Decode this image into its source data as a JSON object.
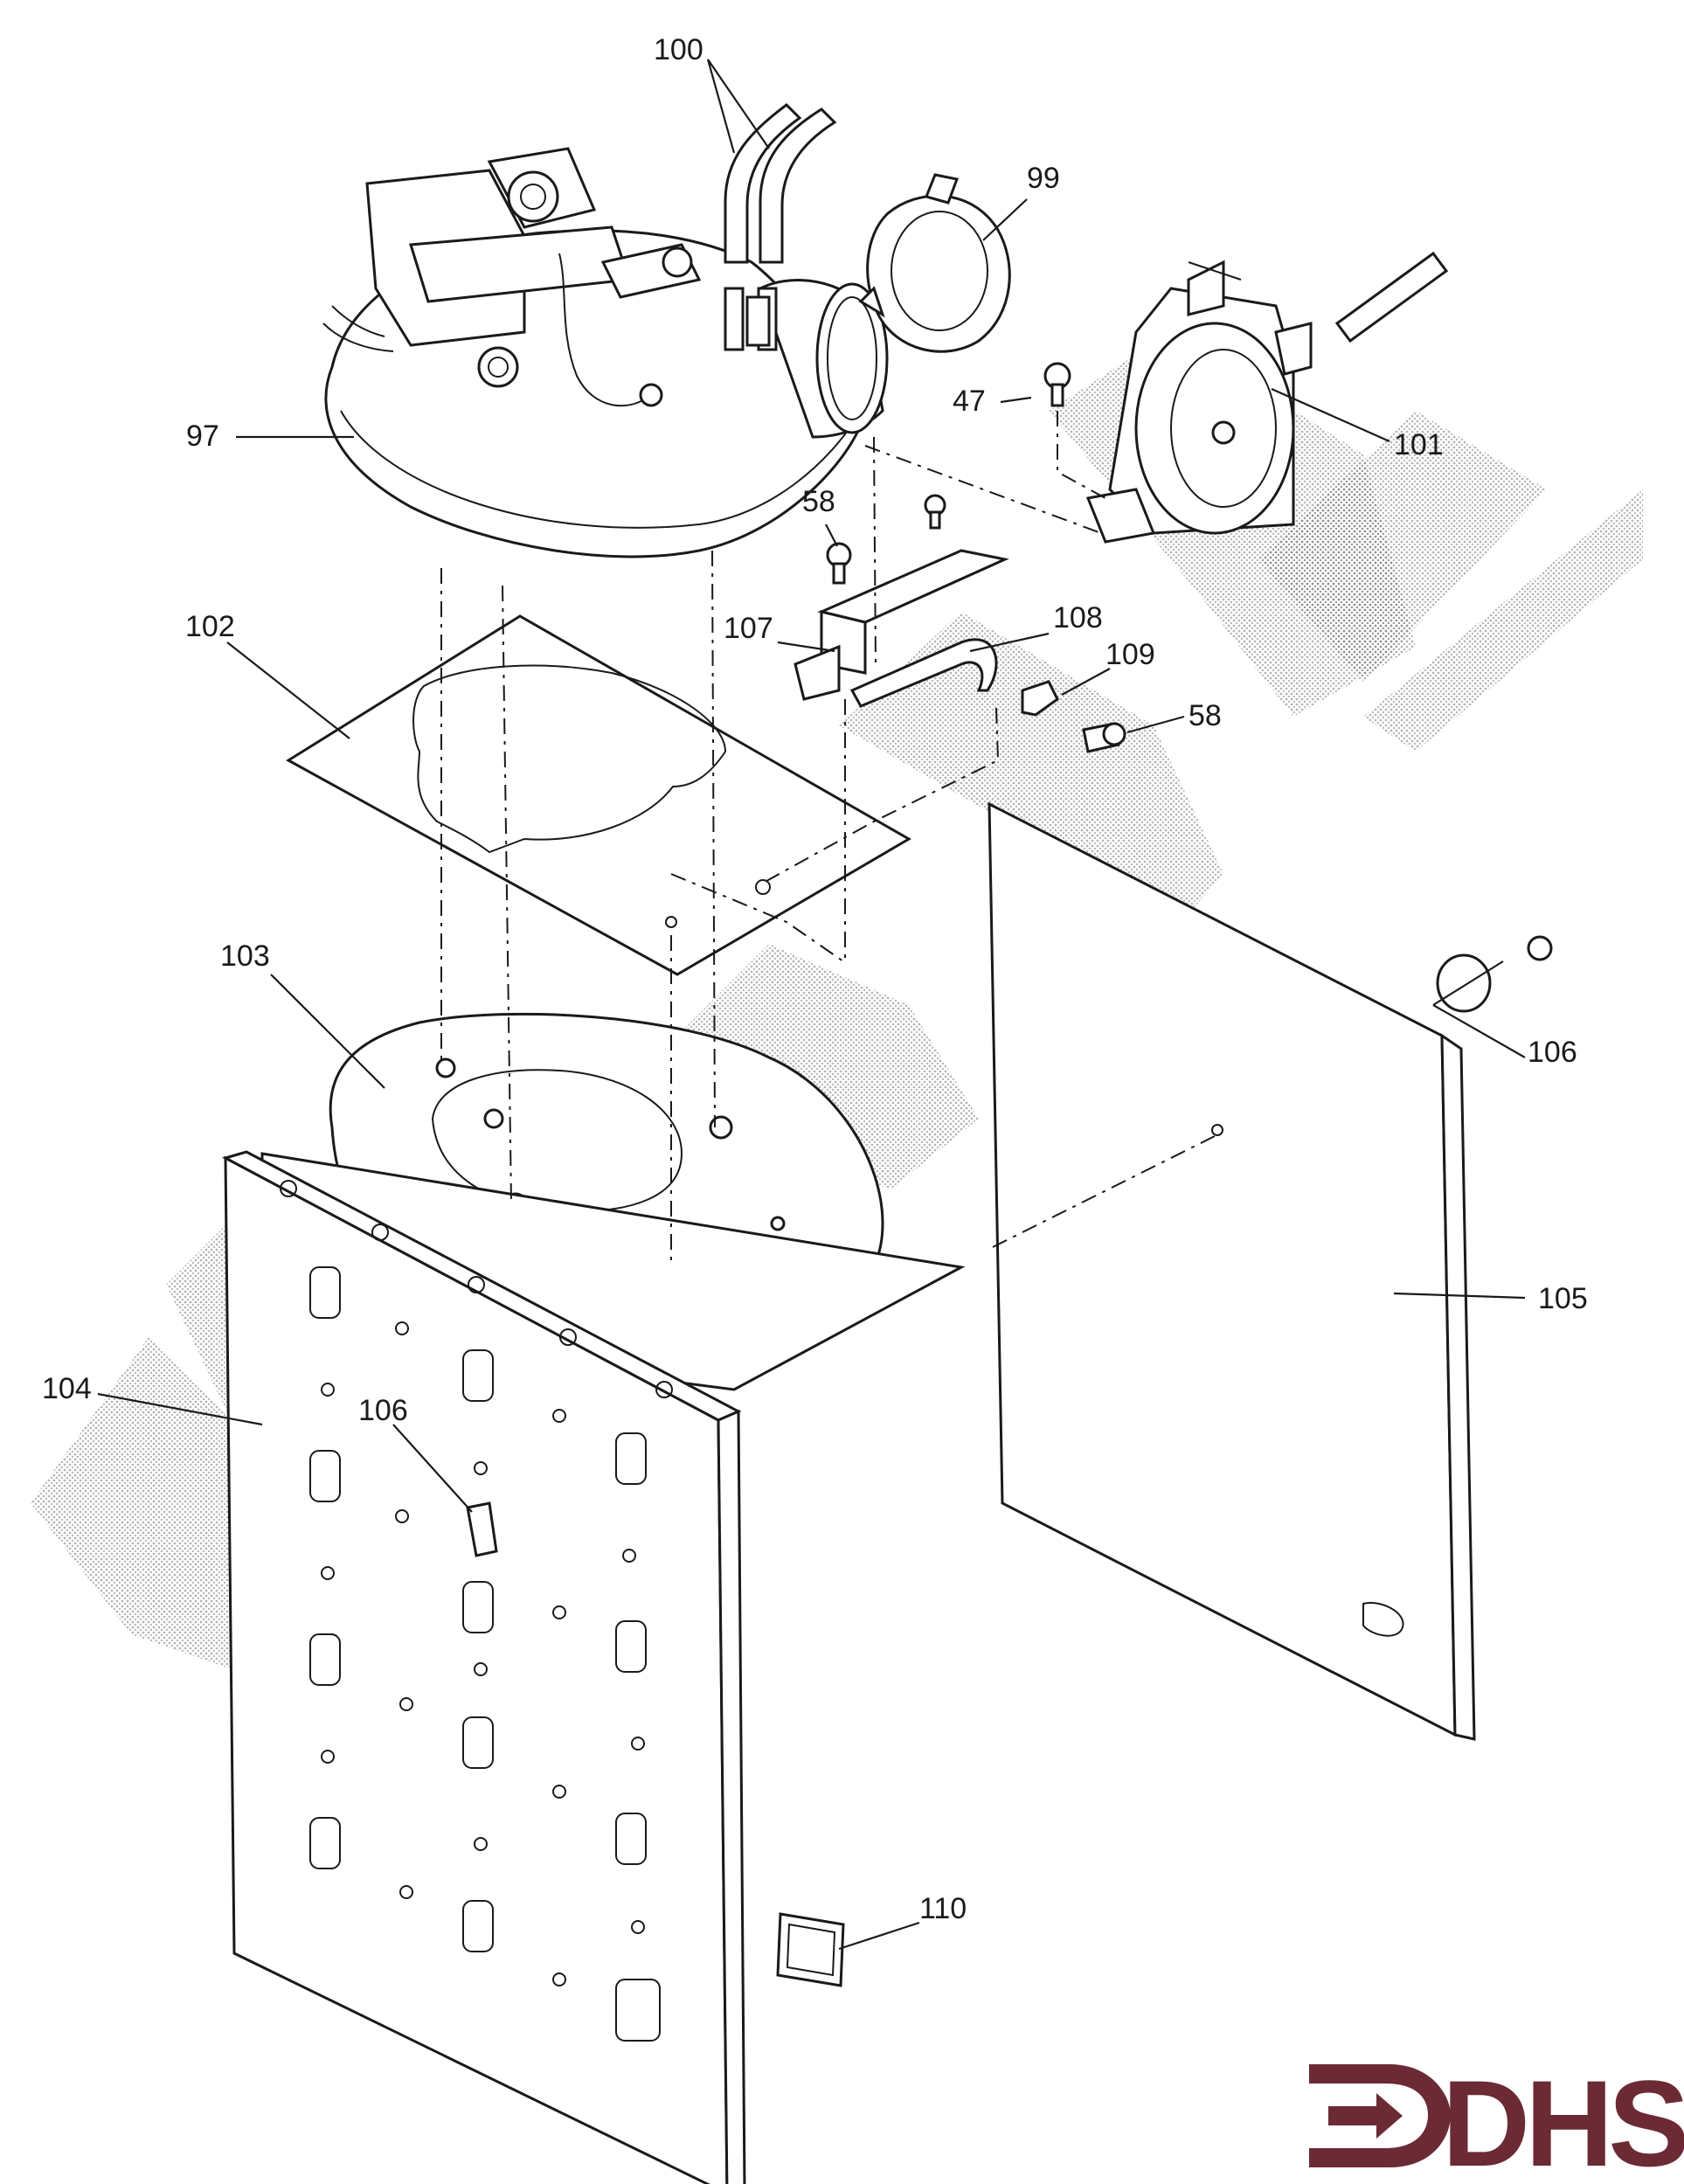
{
  "diagram": {
    "part_labels": [
      {
        "id": "p100",
        "text": "100"
      },
      {
        "id": "p99",
        "text": "99"
      },
      {
        "id": "p47",
        "text": "47"
      },
      {
        "id": "p101",
        "text": "101"
      },
      {
        "id": "p97",
        "text": "97"
      },
      {
        "id": "p58a",
        "text": "58"
      },
      {
        "id": "p102",
        "text": "102"
      },
      {
        "id": "p107",
        "text": "107"
      },
      {
        "id": "p108",
        "text": "108"
      },
      {
        "id": "p109",
        "text": "109"
      },
      {
        "id": "p58b",
        "text": "58"
      },
      {
        "id": "p103",
        "text": "103"
      },
      {
        "id": "p106a",
        "text": "106"
      },
      {
        "id": "p105",
        "text": "105"
      },
      {
        "id": "p104",
        "text": "104"
      },
      {
        "id": "p106b",
        "text": "106"
      },
      {
        "id": "p110",
        "text": "110"
      }
    ],
    "logo": {
      "text": "DHS",
      "color": "#6b2a34"
    },
    "line_color": "#1a1a1a",
    "watermark_color": "#9a9a9a"
  }
}
